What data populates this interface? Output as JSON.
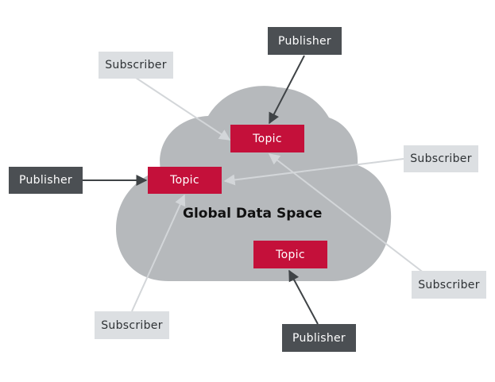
{
  "cloud": {
    "label": "Global Data Space",
    "color": "#b6b9bc"
  },
  "colors": {
    "publisher": "#4b4f53",
    "subscriber": "#dcdfe2",
    "topic": "#c4103a",
    "publisher_arrow": "#3f4346",
    "subscriber_arrow": "#d3d6d9"
  },
  "topics": [
    {
      "label": "Topic"
    },
    {
      "label": "Topic"
    },
    {
      "label": "Topic"
    }
  ],
  "publishers": [
    {
      "label": "Publisher"
    },
    {
      "label": "Publisher"
    },
    {
      "label": "Publisher"
    }
  ],
  "subscribers": [
    {
      "label": "Subscriber"
    },
    {
      "label": "Subscriber"
    },
    {
      "label": "Subscriber"
    },
    {
      "label": "Subscriber"
    }
  ]
}
